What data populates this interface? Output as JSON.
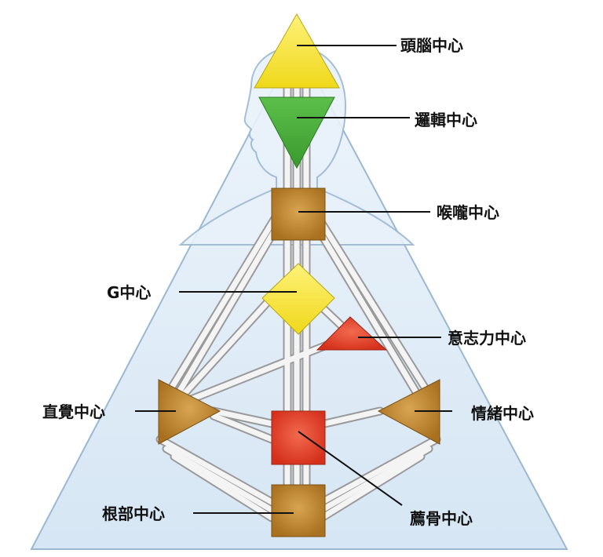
{
  "colors": {
    "background": "#ffffff",
    "body_fill": "#dbe9f5",
    "body_stroke": "#9bb8d3",
    "silhouette_fill": "#e9f2fa",
    "channel_fill": "#f4f4f4",
    "channel_stroke": "#9a9a9a",
    "leader_line": "#111111",
    "head": "#f2e21a",
    "ajna": "#4caf3c",
    "throat": "#b8822a",
    "g": "#f4e83a",
    "ego": "#e4432c",
    "spleen": "#b8822a",
    "solar_plexus": "#b8822a",
    "sacral": "#e4432c",
    "root": "#b8822a"
  },
  "centers": {
    "head": {
      "label": "頭腦中心",
      "shape": "triangle-up"
    },
    "ajna": {
      "label": "邏輯中心",
      "shape": "triangle-down"
    },
    "throat": {
      "label": "喉嚨中心",
      "shape": "square"
    },
    "g": {
      "label": "G中心",
      "shape": "diamond"
    },
    "ego": {
      "label": "意志力中心",
      "shape": "triangle"
    },
    "spleen": {
      "label": "直覺中心",
      "shape": "triangle-right"
    },
    "solar_plexus": {
      "label": "情緒中心",
      "shape": "triangle-left"
    },
    "sacral": {
      "label": "薦骨中心",
      "shape": "square"
    },
    "root": {
      "label": "根部中心",
      "shape": "square"
    }
  }
}
